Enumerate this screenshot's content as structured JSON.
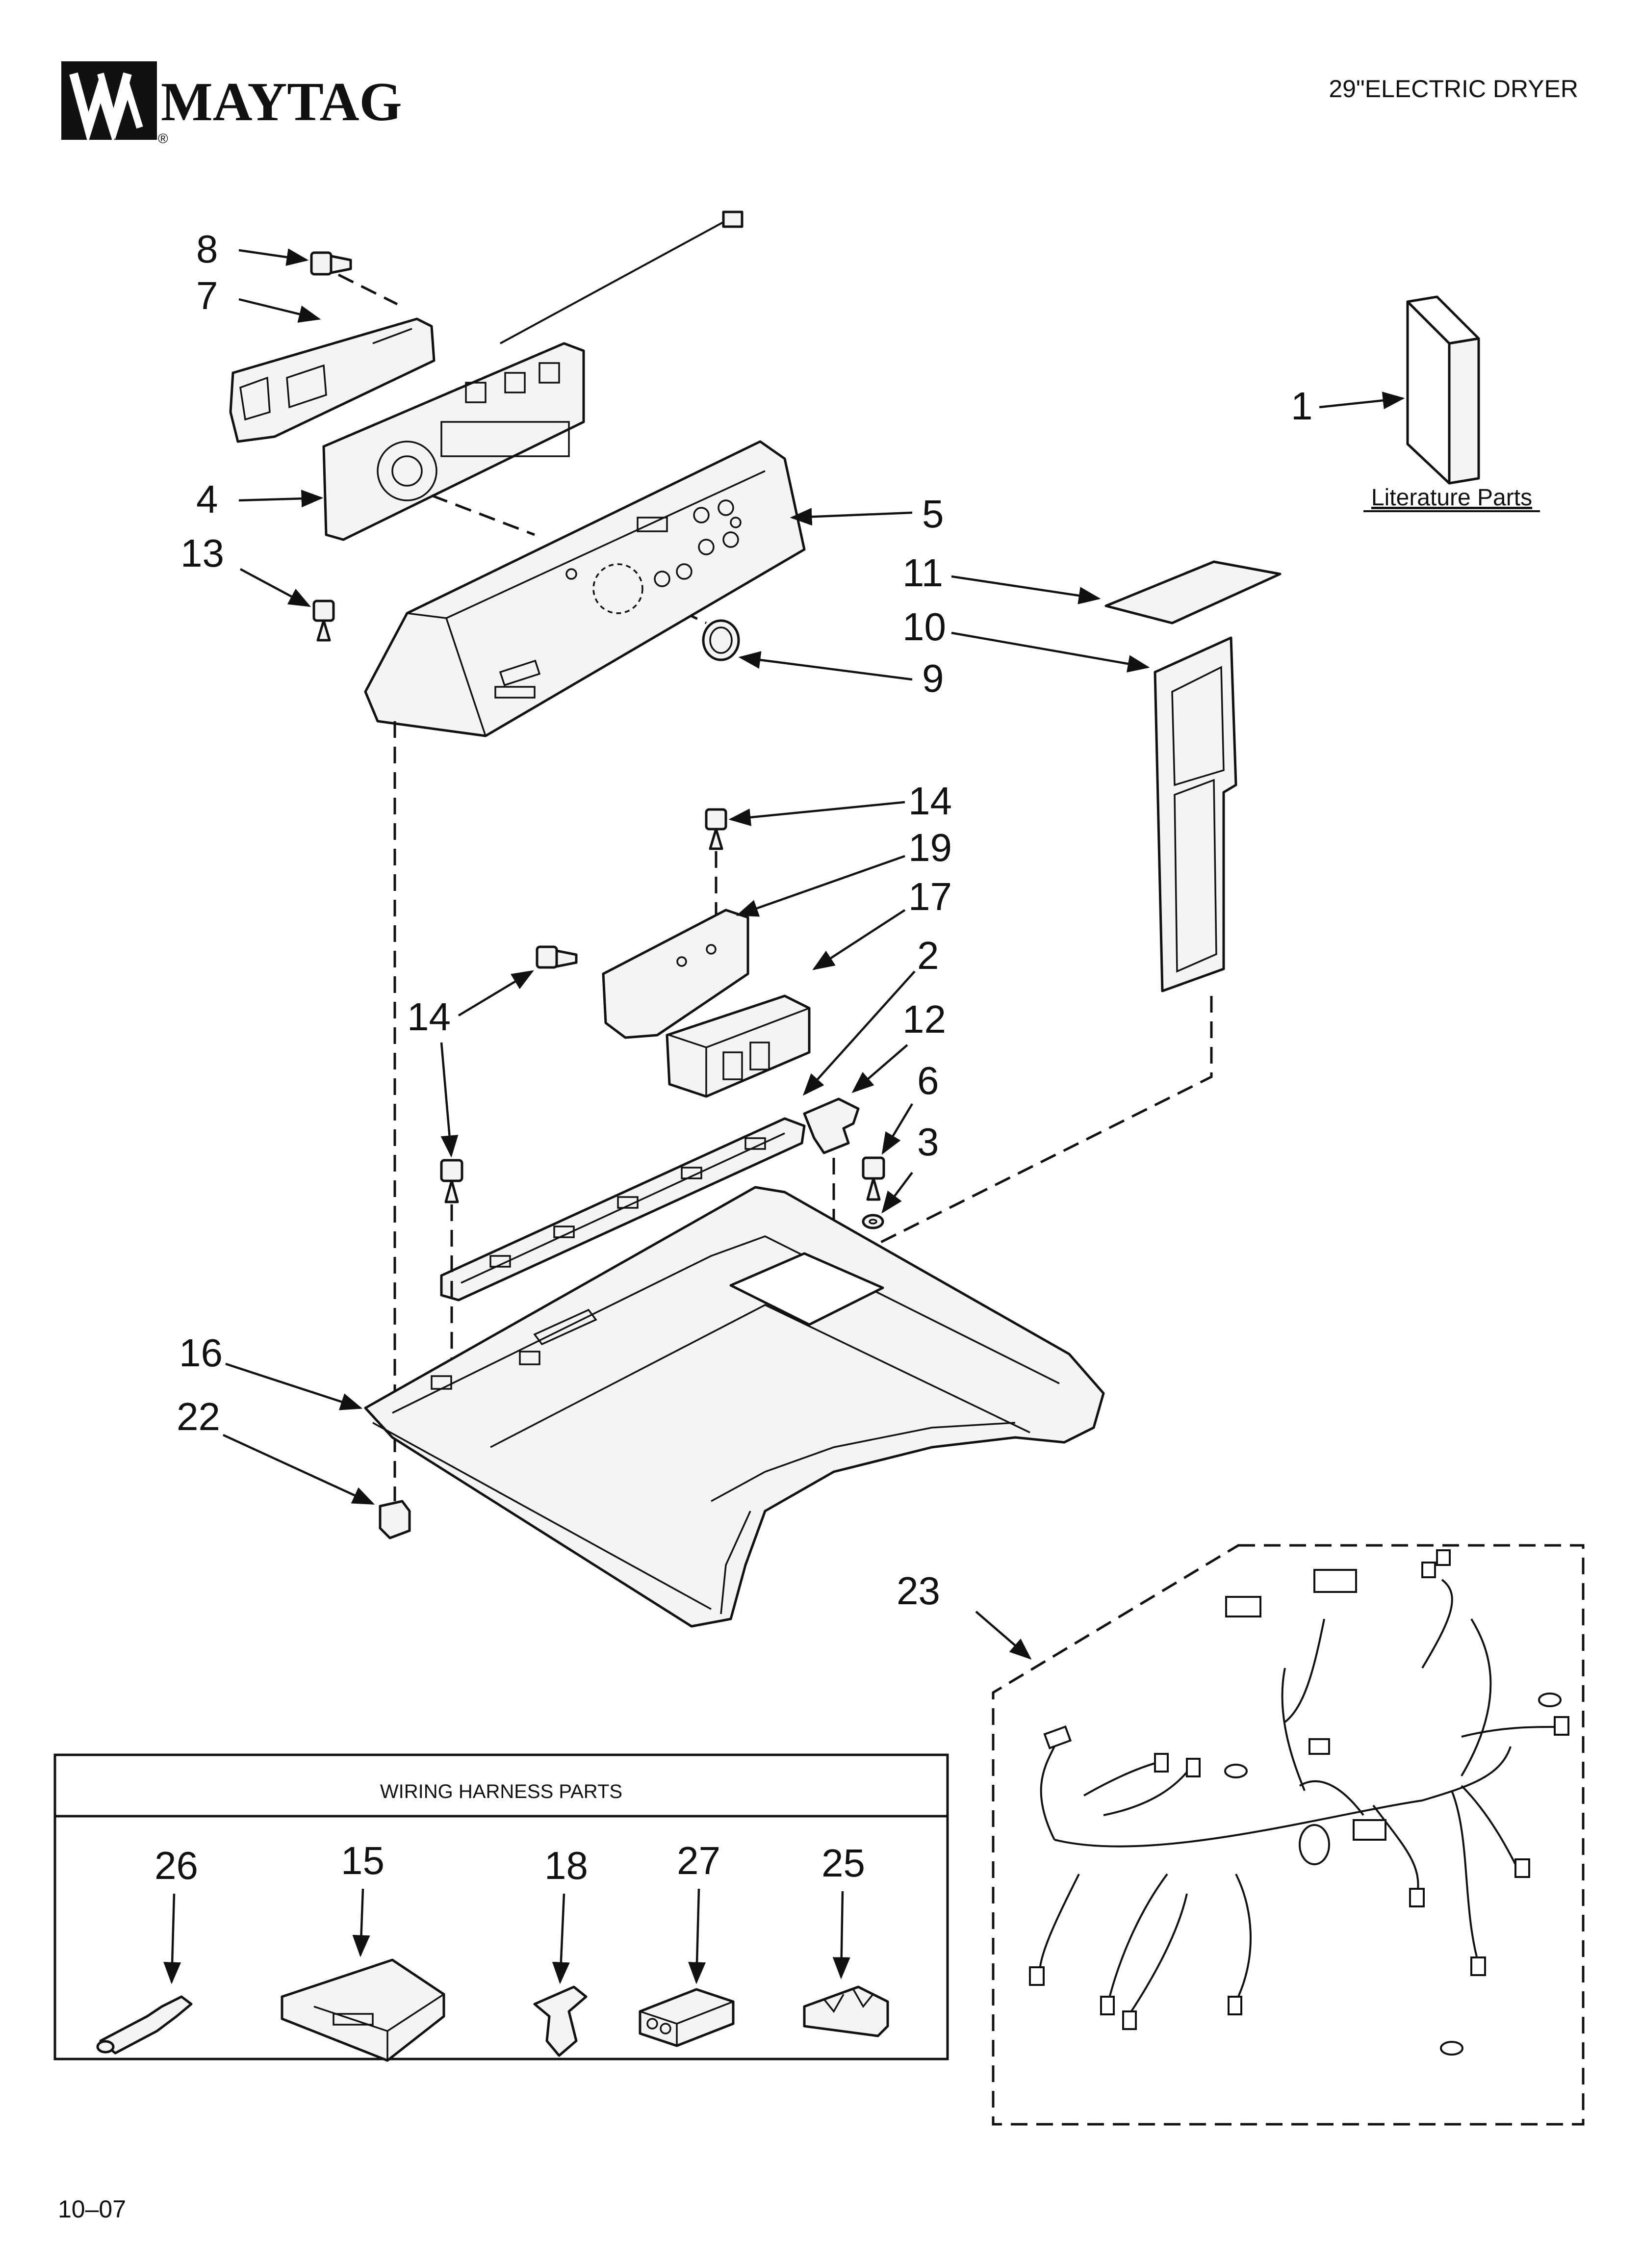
{
  "header": {
    "brand": "MAYTAG",
    "registered_mark": "®",
    "model_title": "29\"ELECTRIC DRYER"
  },
  "literature": {
    "label": "Literature Parts"
  },
  "wiring_box": {
    "title": "WIRING HARNESS PARTS"
  },
  "footer": {
    "date_code": "10–07"
  },
  "part_numbers": {
    "p1": "1",
    "p2": "2",
    "p3": "3",
    "p4": "4",
    "p5": "5",
    "p6": "6",
    "p7": "7",
    "p8": "8",
    "p9": "9",
    "p10": "10",
    "p11": "11",
    "p12": "12",
    "p13": "13",
    "p14a": "14",
    "p14b": "14",
    "p14c": "14",
    "p15": "15",
    "p16": "16",
    "p17": "17",
    "p18": "18",
    "p19": "19",
    "p22": "22",
    "p23": "23",
    "p25": "25",
    "p26": "26",
    "p27": "27"
  },
  "colors": {
    "ink": "#111111",
    "paper": "#ffffff",
    "part_fill": "#f4f4f4"
  },
  "icons": {
    "logo": "maytag-logo-icon"
  }
}
